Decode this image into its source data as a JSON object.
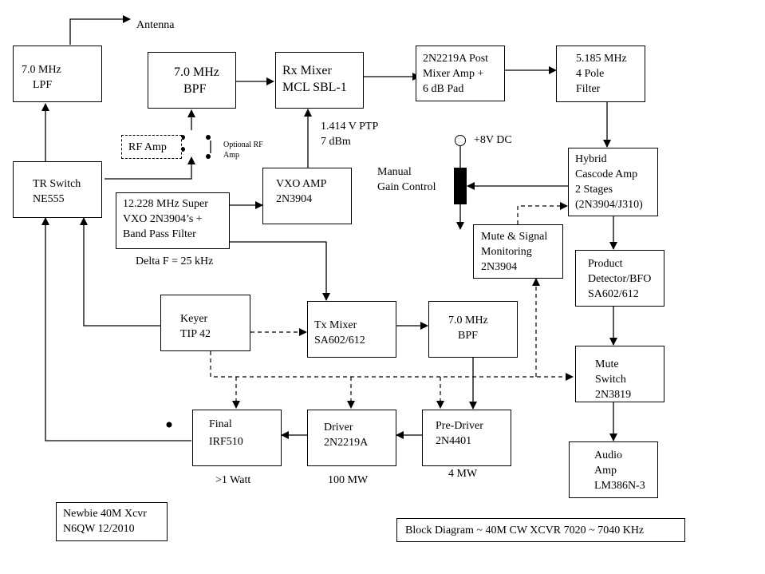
{
  "title": "Block Diagram ~ 40M CW XCVR 7020 ~ 7040 KHz",
  "credit": [
    "Newbie 40M Xcvr",
    "N6QW 12/2010"
  ],
  "blocks": {
    "lpf": [
      "7.0 MHz",
      "LPF"
    ],
    "rx_bpf": [
      "7.0 MHz",
      "BPF"
    ],
    "rx_mixer": [
      "Rx Mixer",
      "MCL SBL-1"
    ],
    "post_mixer_amp": [
      "2N2219A Post",
      "Mixer Amp +",
      "6 dB  Pad"
    ],
    "if_filter": [
      "5.185 MHz",
      "4 Pole",
      "Filter"
    ],
    "rf_amp": [
      "RF Amp"
    ],
    "tr_switch": [
      "TR Switch",
      "NE555"
    ],
    "vxo": [
      "12.228 MHz  Super",
      "VXO 2N3904’s +",
      "Band Pass Filter"
    ],
    "vxo_amp": [
      "VXO AMP",
      "2N3904"
    ],
    "cascode_amp": [
      "Hybrid",
      "Cascode Amp",
      "2 Stages",
      "(2N3904/J310)"
    ],
    "mute_monitor": [
      "Mute & Signal",
      "Monitoring",
      "2N3904"
    ],
    "product_detector": [
      "Product",
      "Detector/BFO",
      "SA602/612"
    ],
    "keyer": [
      "Keyer",
      "TIP 42"
    ],
    "tx_mixer": [
      "Tx Mixer",
      "SA602/612"
    ],
    "tx_bpf": [
      "7.0 MHz",
      "BPF"
    ],
    "mute_switch": [
      "Mute",
      "Switch",
      "2N3819"
    ],
    "final": [
      "Final",
      "IRF510"
    ],
    "driver": [
      "Driver",
      "2N2219A"
    ],
    "pre_driver": [
      "Pre-Driver",
      "2N4401"
    ],
    "audio_amp": [
      "Audio",
      "Amp",
      "LM386N-3"
    ]
  },
  "annotations": {
    "antenna": "Antenna",
    "optional_rf_amp": [
      "Optional RF",
      "Amp"
    ],
    "vxo_level": [
      "1.414 V PTP",
      "7 dBm"
    ],
    "supply": "+8V DC",
    "gain_control": [
      "Manual",
      "Gain Control"
    ],
    "delta_f": "Delta F = 25 kHz",
    "final_power": ">1 Watt",
    "driver_power": "100 MW",
    "pre_driver_power": "4 MW"
  }
}
